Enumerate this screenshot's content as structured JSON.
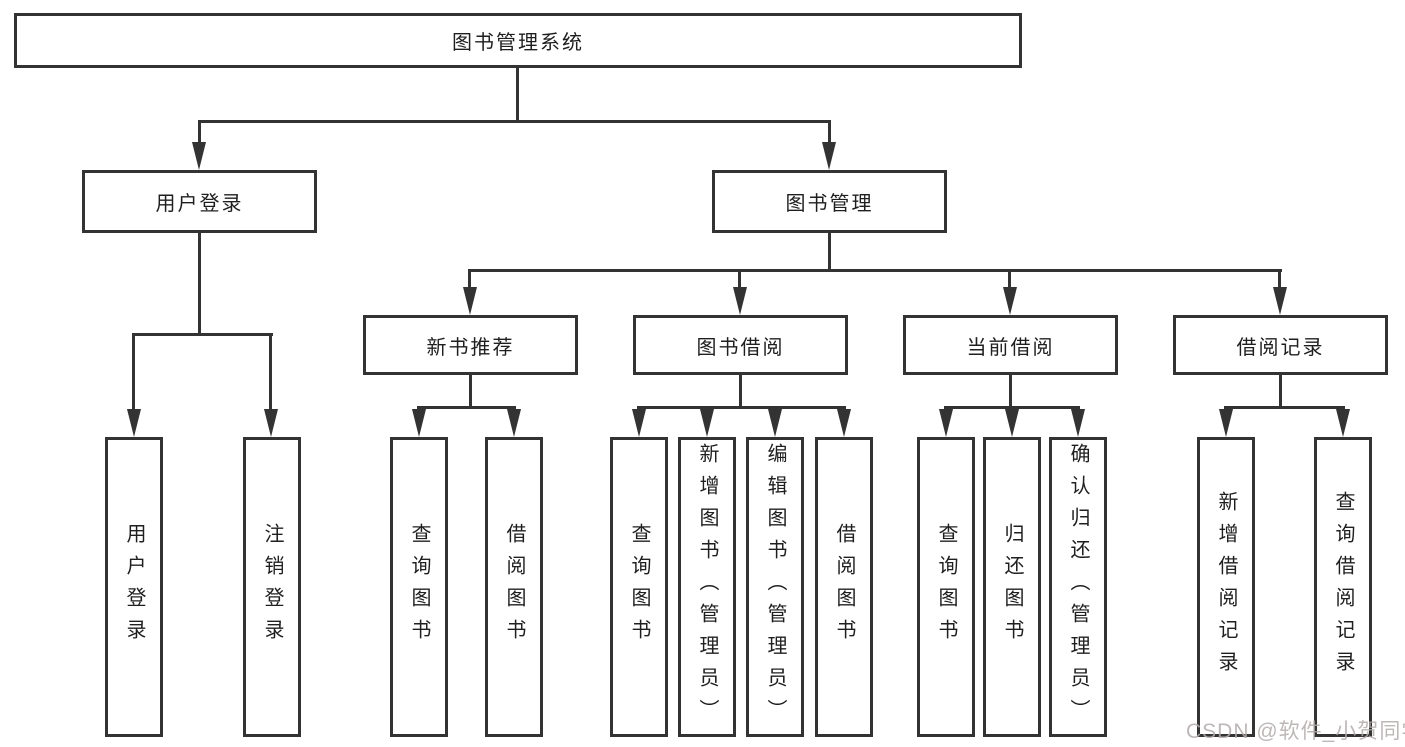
{
  "nodes": {
    "root": {
      "label": "图书管理系统"
    },
    "login": {
      "label": "用户登录"
    },
    "management": {
      "label": "图书管理"
    },
    "recommend": {
      "label": "新书推荐"
    },
    "borrowing": {
      "label": "图书借阅"
    },
    "current": {
      "label": "当前借阅"
    },
    "records": {
      "label": "借阅记录"
    },
    "user_login": {
      "label": "用户登录"
    },
    "logout": {
      "label": "注销登录"
    },
    "rec_query": {
      "label": "查询图书"
    },
    "rec_borrow": {
      "label": "借阅图书"
    },
    "bor_query": {
      "label": "查询图书"
    },
    "bor_add": {
      "label": "新增图书（管理员）"
    },
    "bor_edit": {
      "label": "编辑图书（管理员）"
    },
    "bor_lend": {
      "label": "借阅图书"
    },
    "cur_query": {
      "label": "查询图书"
    },
    "cur_return": {
      "label": "归还图书"
    },
    "cur_confirm": {
      "label": "确认归还（管理员）"
    },
    "hist_add": {
      "label": "新增借阅记录"
    },
    "hist_query": {
      "label": "查询借阅记录"
    }
  },
  "watermark": {
    "text": "CSDN @软件_小贺同学"
  },
  "colors": {
    "line": "#333333",
    "text": "#1f1f1f",
    "watermark": "#b3abab",
    "background": "#ffffff"
  }
}
